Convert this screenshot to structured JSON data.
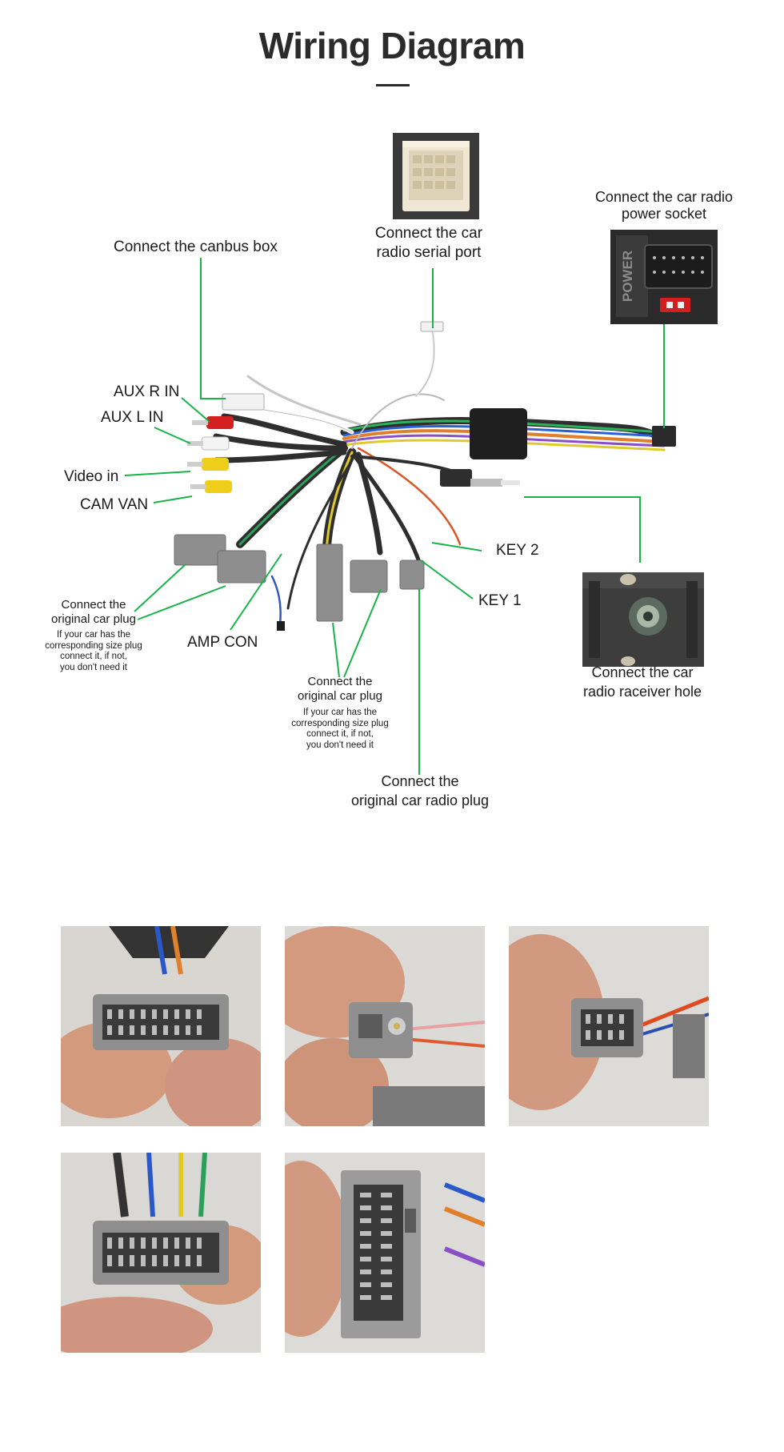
{
  "title": "Wiring Diagram",
  "colors": {
    "leader_line": "#19b34a",
    "title": "#2b2b2b"
  },
  "labels": {
    "canbus": "Connect the  canbus box",
    "serial_port": [
      "Connect the car",
      "radio  serial port"
    ],
    "power_socket": [
      "Connect the car radio",
      "power socket"
    ],
    "aux_r": "AUX R IN",
    "aux_l": "AUX L IN",
    "video_in": "Video in",
    "cam_van": "CAM VAN",
    "key2": "KEY 2",
    "key1": "KEY 1",
    "amp_con": "AMP CON",
    "orig_plug_left": [
      "Connect the",
      "original car plug"
    ],
    "orig_plug_left_note": [
      "If your car has the",
      "corresponding size plug",
      "connect it, if not,",
      "you don't need it"
    ],
    "orig_plug_center": [
      "Connect the",
      "original car plug"
    ],
    "orig_plug_center_note": [
      "If your car has the",
      "corresponding size plug",
      "connect it, if not,",
      "you don't need it"
    ],
    "receiver_hole": [
      "Connect the  car",
      "radio raceiver hole"
    ],
    "orig_radio_plug": [
      "Connect the",
      "original car radio plug"
    ]
  },
  "product_markings": {
    "power_socket_text": "POWER"
  },
  "photos": [
    {
      "name": "photo-connector-24pin"
    },
    {
      "name": "photo-connector-antenna"
    },
    {
      "name": "photo-connector-small"
    },
    {
      "name": "photo-connector-20pin"
    },
    {
      "name": "photo-connector-side"
    }
  ]
}
